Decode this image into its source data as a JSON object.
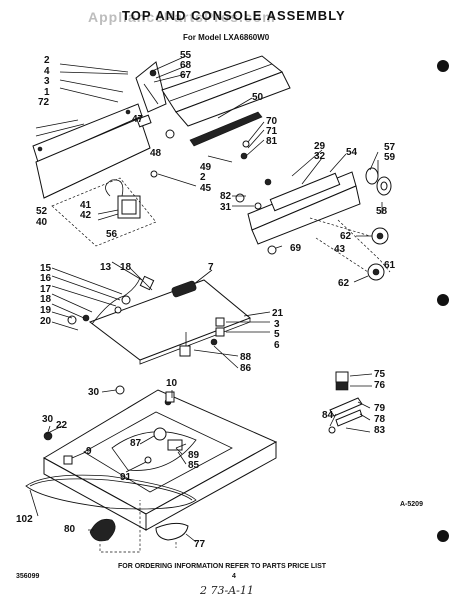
{
  "title": "TOP AND CONSOLE ASSEMBLY",
  "subtitle": "For Model LXA6860W0",
  "watermark": "AppliancePartsPros.com",
  "footer": "FOR ORDERING INFORMATION REFER TO PARTS PRICE LIST",
  "diagram_code": "A-5209",
  "doc_number": "356099",
  "page_number": "4",
  "handwritten_note": "2 73-A-11",
  "labels": [
    "2",
    "4",
    "3",
    "1",
    "72",
    "55",
    "68",
    "67",
    "50",
    "47",
    "48",
    "70",
    "71",
    "81",
    "49",
    "2",
    "45",
    "29",
    "32",
    "54",
    "57",
    "59",
    "82",
    "31",
    "58",
    "41",
    "42",
    "52",
    "40",
    "56",
    "62",
    "69",
    "43",
    "61",
    "62",
    "15",
    "16",
    "17",
    "18",
    "19",
    "20",
    "13",
    "18",
    "7",
    "21",
    "3",
    "5",
    "6",
    "88",
    "86",
    "75",
    "76",
    "79",
    "78",
    "83",
    "84",
    "30",
    "10",
    "30",
    "22",
    "9",
    "87",
    "89",
    "85",
    "91",
    "102",
    "80",
    "77"
  ],
  "colors": {
    "ink": "#111111",
    "paper": "#ffffff",
    "watermark": "#bdbdbd"
  }
}
